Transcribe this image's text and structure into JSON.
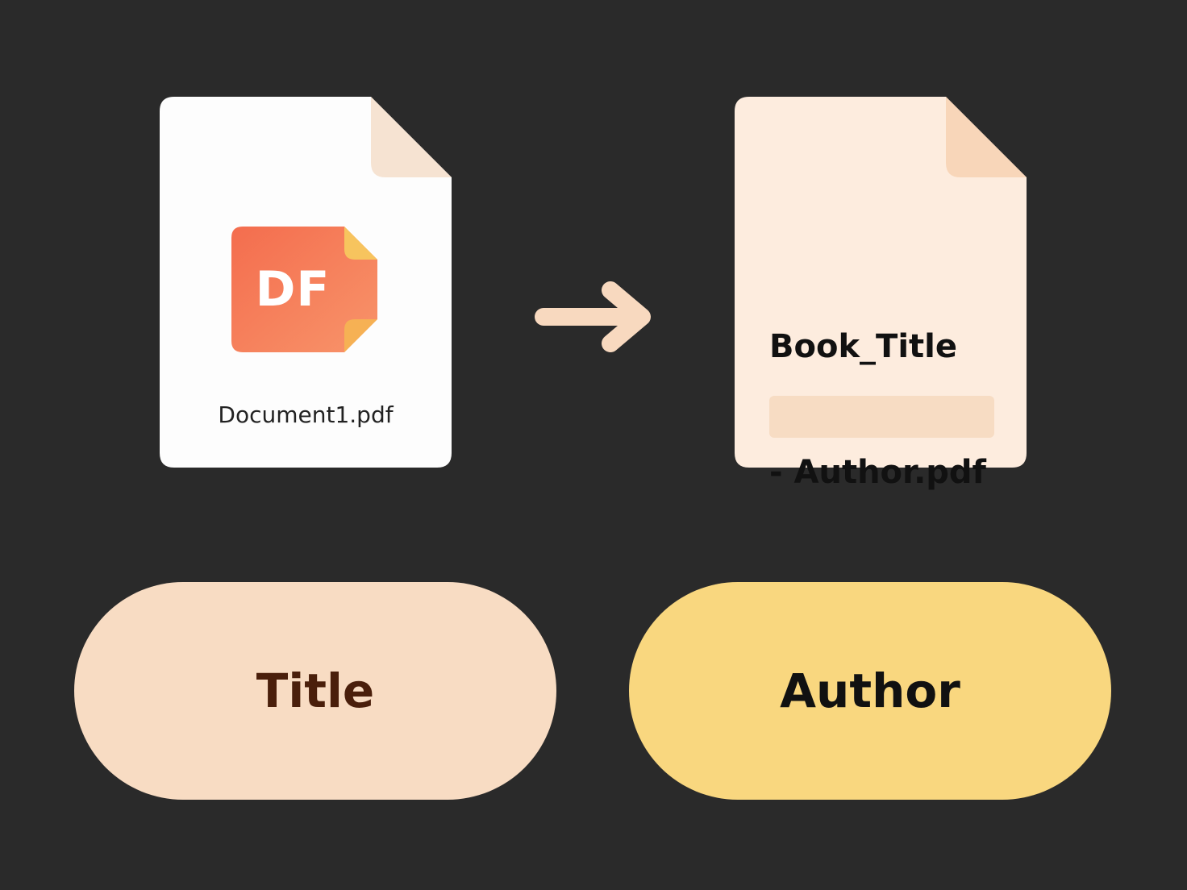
{
  "source_file": {
    "badge_text": "DF",
    "filename": "Document1.pdf"
  },
  "renamed_file": {
    "line1": "Book_Title",
    "line2": "- Author.pdf"
  },
  "icons": {
    "source": "pdf-file-icon",
    "arrow": "arrow-right-icon",
    "target": "renamed-file-icon"
  },
  "pills": {
    "title": "Title",
    "author": "Author"
  },
  "colors": {
    "background": "#2a2a2a",
    "source_doc": "#ffffff",
    "renamed_doc": "#fdecde",
    "pdf_badge": "#f7785a",
    "arrow": "#f8d9bf",
    "title_pill": "#f8dcc3",
    "author_pill": "#f9d77f"
  }
}
